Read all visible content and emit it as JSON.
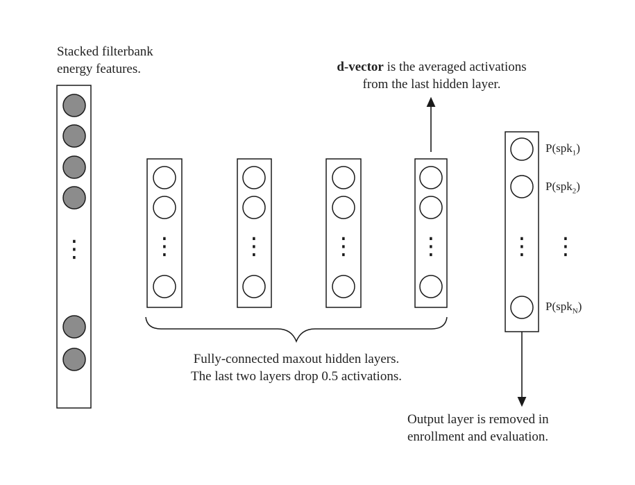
{
  "input_caption": [
    "Stacked filterbank",
    "energy features."
  ],
  "dvector_caption": {
    "bold": "d-vector",
    "rest1": " is the averaged activations",
    "line2": "from the last hidden layer."
  },
  "hidden_caption": [
    "Fully-connected maxout hidden layers.",
    "The last two layers drop 0.5 activations."
  ],
  "output_caption": [
    "Output layer is removed in",
    "enrollment and evaluation."
  ],
  "output_labels": [
    {
      "prefix": "P(spk",
      "sub": "1",
      "suffix": ")"
    },
    {
      "prefix": "P(spk",
      "sub": "2",
      "suffix": ")"
    },
    {
      "prefix": "P(spk",
      "sub": "N",
      "suffix": ")"
    }
  ],
  "ellipsis": "⋮",
  "colors": {
    "input_node": "#8c8c8c",
    "hidden_node": "#ffffff",
    "stroke": "#1a1a1a"
  }
}
